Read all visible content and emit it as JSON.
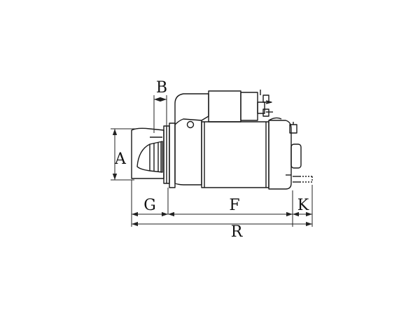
{
  "diagram": {
    "colors": {
      "line": "#1a1a1a",
      "dim_line": "#222222",
      "background": "#ffffff"
    },
    "dimension_labels": {
      "a": "A",
      "b": "B",
      "f": "F",
      "g": "G",
      "k": "K",
      "r": "R"
    }
  }
}
